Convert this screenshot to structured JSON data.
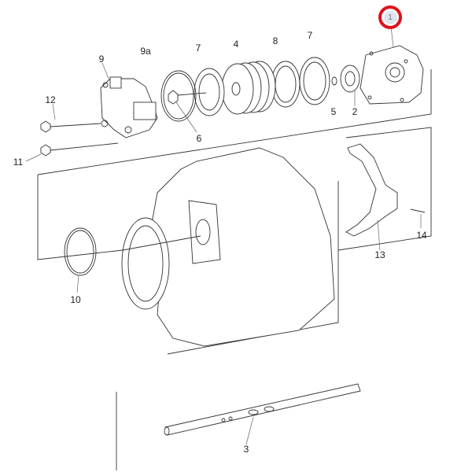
{
  "diagram": {
    "type": "exploded-parts-view",
    "highlighted_part": "1",
    "highlight_color": "#e0101a",
    "labels": {
      "p1": "1",
      "p2": "2",
      "p3": "3",
      "p4": "4",
      "p5": "5",
      "p6": "6",
      "p7a": "7",
      "p7b": "7",
      "p8": "8",
      "p9": "9",
      "p9a": "9a",
      "p10": "10",
      "p11": "11",
      "p12": "12",
      "p13": "13",
      "p14": "14"
    }
  }
}
